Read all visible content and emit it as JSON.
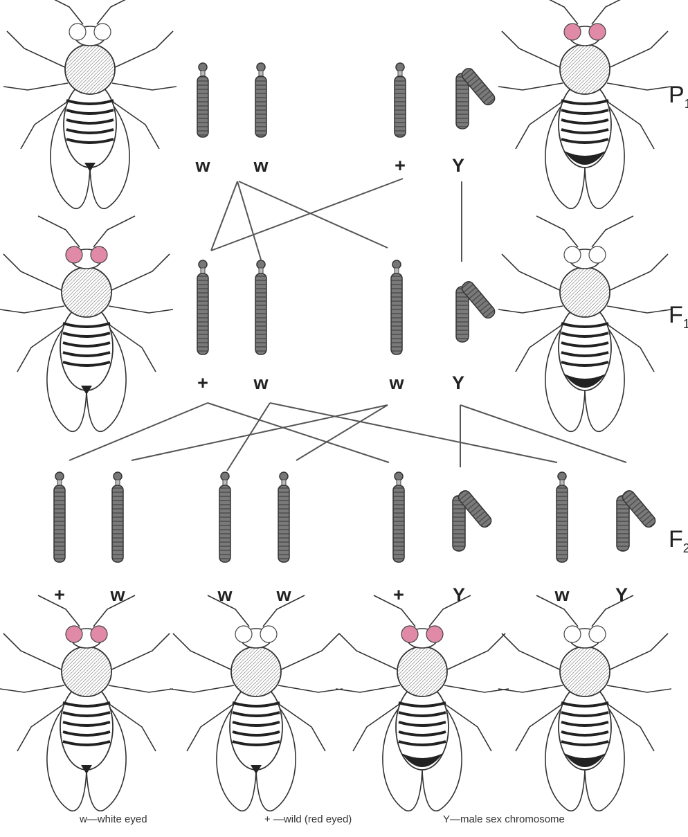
{
  "generations": [
    {
      "label": "P",
      "sub": "1"
    },
    {
      "label": "F",
      "sub": "1"
    },
    {
      "label": "F",
      "sub": "2"
    }
  ],
  "p1": {
    "female": {
      "eye": "white",
      "alleles": [
        "w",
        "w"
      ]
    },
    "male": {
      "eye": "red",
      "alleles": [
        "+",
        "Y"
      ]
    }
  },
  "f1": {
    "female": {
      "eye": "red",
      "alleles": [
        "+",
        "w"
      ]
    },
    "male": {
      "eye": "white",
      "alleles": [
        "w",
        "Y"
      ]
    }
  },
  "f2": [
    {
      "eye": "red",
      "sex": "female",
      "alleles": [
        "+",
        "w"
      ]
    },
    {
      "eye": "white",
      "sex": "female",
      "alleles": [
        "w",
        "w"
      ]
    },
    {
      "eye": "red",
      "sex": "male",
      "alleles": [
        "+",
        "Y"
      ]
    },
    {
      "eye": "white",
      "sex": "male",
      "alleles": [
        "w",
        "Y"
      ]
    }
  ],
  "legend": {
    "w": "w—white eyed",
    "plus": "+ —wild (red eyed)",
    "y": "Y—male sex chromosome"
  },
  "colors": {
    "red_eye": "#e08aa8",
    "line": "#555555",
    "chromosome": "#6a6a6a"
  }
}
